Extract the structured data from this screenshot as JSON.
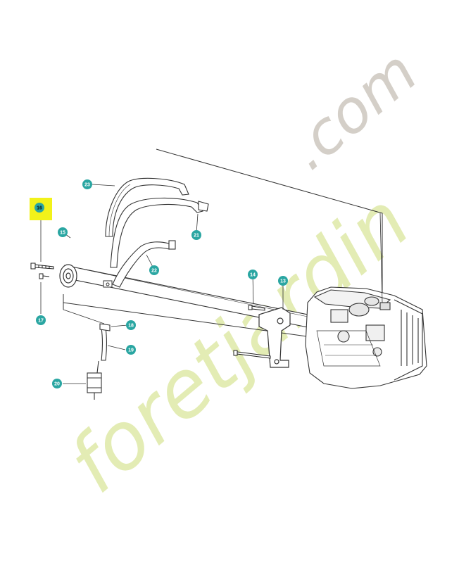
{
  "watermark": {
    "word1": "foretjardin",
    "word2": ".com",
    "color_green": "#dfe9a8",
    "color_orange": "#f6d8a8",
    "color_gray": "#cdc7bf"
  },
  "callouts": {
    "c16": "16",
    "c15": "15",
    "c17": "17",
    "c23": "23",
    "c21": "21",
    "c22": "22",
    "c14": "14",
    "c13": "13",
    "c18": "18",
    "c19": "19",
    "c20": "20"
  },
  "colors": {
    "callout_teal": "#2aa6a2",
    "highlight_yellow": "#f2f21a",
    "line": "#333333"
  }
}
